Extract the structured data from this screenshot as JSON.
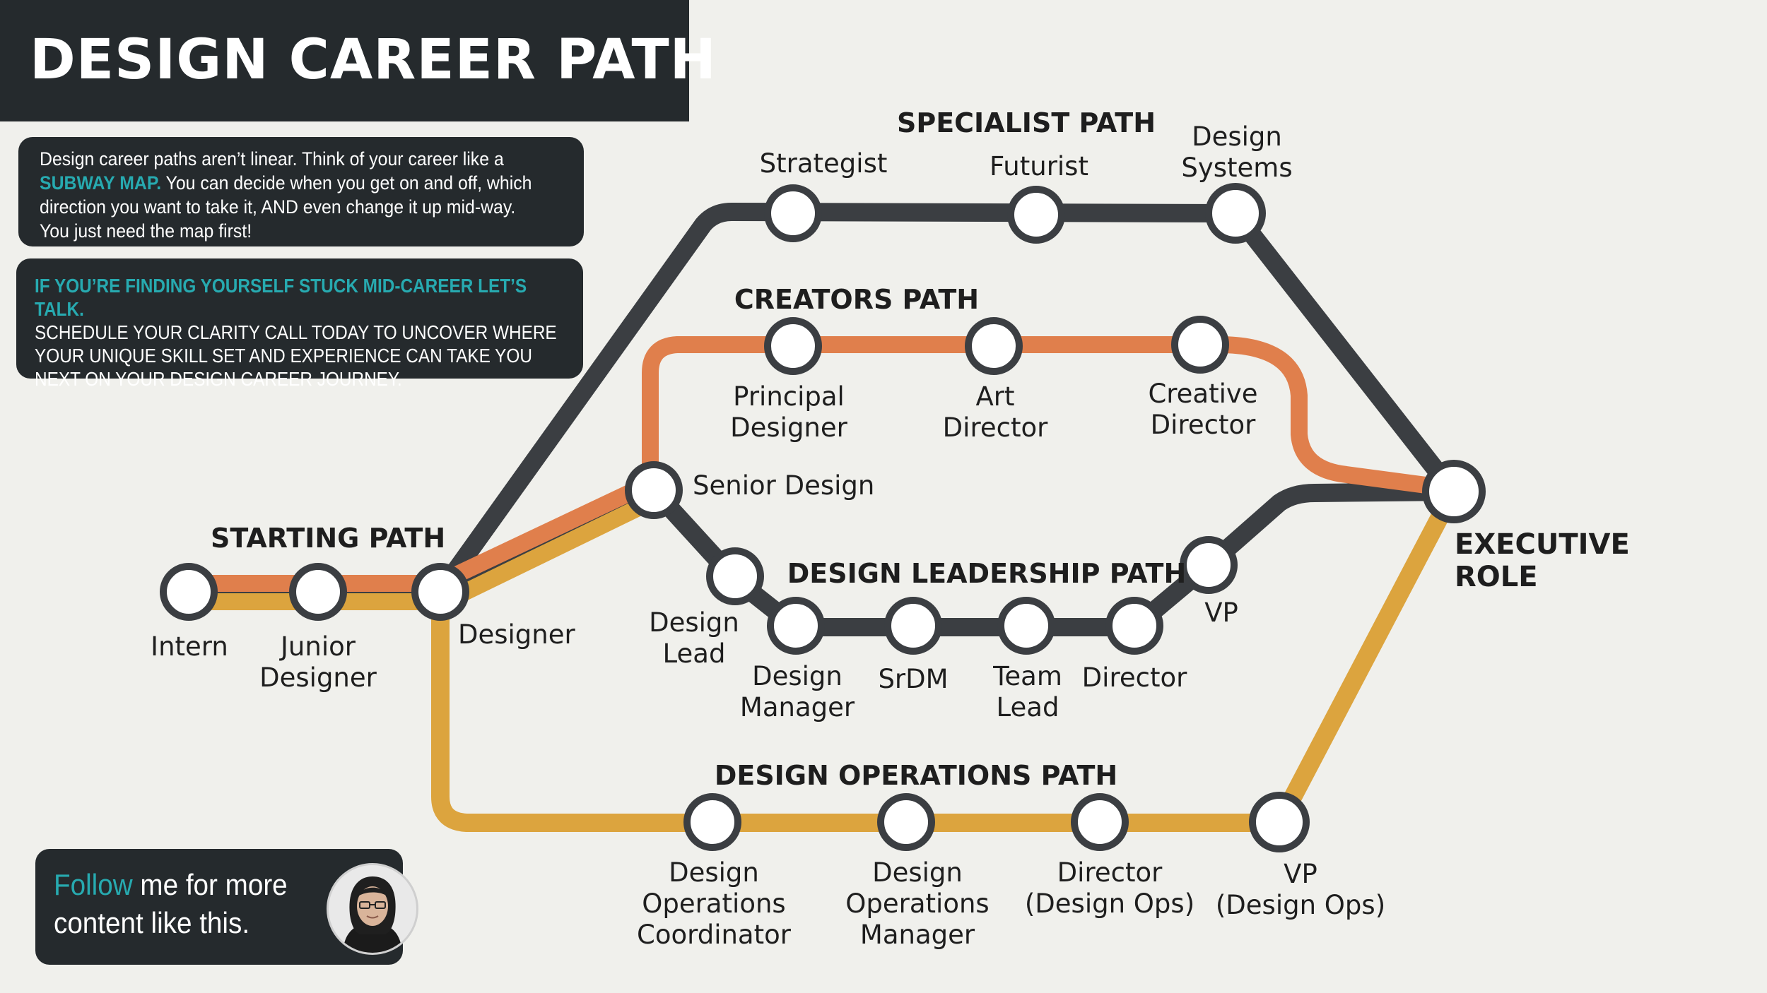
{
  "header": {
    "title": "DESIGN CAREER PATH"
  },
  "intro": {
    "text_1": "Design career paths aren’t linear. Think of your career like a ",
    "highlight": "SUBWAY MAP.",
    "text_2": " You can decide when you get on and off, which direction you want to take it, AND even change it up mid-way.",
    "text_3": "You just need the map first!"
  },
  "cta": {
    "headline": "IF YOU’RE FINDING YOURSELF STUCK MID-CAREER LET’S TALK.",
    "body": "SCHEDULE YOUR CLARITY CALL TODAY TO UNCOVER WHERE YOUR UNIQUE SKILL SET AND EXPERIENCE CAN TAKE YOU NEXT ON YOUR DESIGN CAREER JOURNEY."
  },
  "follow": {
    "highlight": "Follow",
    "text_1": " me for more",
    "text_2": "content like this."
  },
  "paths": {
    "starting": "STARTING PATH",
    "specialist": "SPECIALIST PATH",
    "creators": "CREATORS PATH",
    "leadership": "DESIGN LEADERSHIP PATH",
    "operations": "DESIGN OPERATIONS PATH"
  },
  "stations": {
    "intern": "Intern",
    "junior_designer": "Junior\nDesigner",
    "designer": "Designer",
    "senior_design": "Senior Design",
    "strategist": "Strategist",
    "futurist": "Futurist",
    "design_systems": "Design\nSystems",
    "principal_designer": "Principal\nDesigner",
    "art_director": "Art\nDirector",
    "creative_director": "Creative\nDirector",
    "design_lead": "Design\nLead",
    "design_manager": "Design\nManager",
    "srdm": "SrDM",
    "team_lead": "Team\nLead",
    "director": "Director",
    "vp": "VP",
    "ops_coordinator": "Design\nOperations\nCoordinator",
    "ops_manager": "Design\nOperations\nManager",
    "ops_director": "Director\n(Design Ops)",
    "ops_vp": "VP\n(Design Ops)",
    "executive": "EXECUTIVE\nROLE"
  },
  "colors": {
    "dark_line": "#3b3e42",
    "orange_line": "#e07f4c",
    "gold_line": "#dca43e",
    "panel": "#252a2d",
    "accent": "#27aab0"
  },
  "icons": {
    "avatar": "person-photo-icon"
  }
}
